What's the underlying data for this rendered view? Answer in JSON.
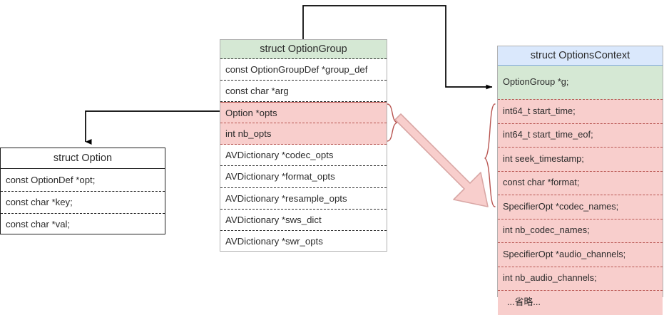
{
  "diagram": {
    "title_option": "struct Option",
    "title_option_group": "struct OptionGroup",
    "title_options_context": "struct OptionsContext",
    "colors": {
      "header_green": "#d5e8d4",
      "header_blue": "#dae8fc",
      "highlight_pink": "#f8cecc",
      "pink_stroke": "#b85450",
      "arrow_black": "#000000",
      "background": "#ffffff"
    },
    "option_struct": {
      "header": "struct Option",
      "fields": [
        "const OptionDef *opt;",
        "const char *key;",
        "const char *val;"
      ]
    },
    "option_group_struct": {
      "header": "struct OptionGroup",
      "fields": [
        {
          "text": "const OptionGroupDef *group_def",
          "highlight": false
        },
        {
          "text": "const char *arg",
          "highlight": false
        },
        {
          "text": "Option *opts",
          "highlight": true
        },
        {
          "text": "int nb_opts",
          "highlight": true
        },
        {
          "text": "AVDictionary *codec_opts",
          "highlight": false
        },
        {
          "text": "AVDictionary *format_opts",
          "highlight": false
        },
        {
          "text": "AVDictionary *resample_opts",
          "highlight": false
        },
        {
          "text": "AVDictionary *sws_dict",
          "highlight": false
        },
        {
          "text": "AVDictionary *swr_opts",
          "highlight": false
        }
      ]
    },
    "options_context_struct": {
      "header": "struct OptionsContext",
      "fields": [
        {
          "text": "OptionGroup *g;",
          "section": "green"
        },
        {
          "text": "int64_t start_time;",
          "section": "pink"
        },
        {
          "text": "int64_t start_time_eof;",
          "section": "pink"
        },
        {
          "text": "int seek_timestamp;",
          "section": "pink"
        },
        {
          "text": "const char *format;",
          "section": "pink"
        },
        {
          "text": "SpecifierOpt *codec_names;",
          "section": "pink"
        },
        {
          "text": "int  nb_codec_names;",
          "section": "pink"
        },
        {
          "text": "SpecifierOpt *audio_channels;",
          "section": "pink"
        },
        {
          "text": "int  nb_audio_channels;",
          "section": "pink"
        },
        {
          "text": "...省略...",
          "section": "pink"
        }
      ]
    },
    "connectors": [
      {
        "name": "option-group-to-options-context",
        "style": "solid-black-orthogonal-arrow"
      },
      {
        "name": "opts-to-option-struct",
        "style": "solid-black-orthogonal-arrow"
      },
      {
        "name": "opts-group-to-context-fields",
        "style": "pink-block-arrow"
      }
    ]
  }
}
